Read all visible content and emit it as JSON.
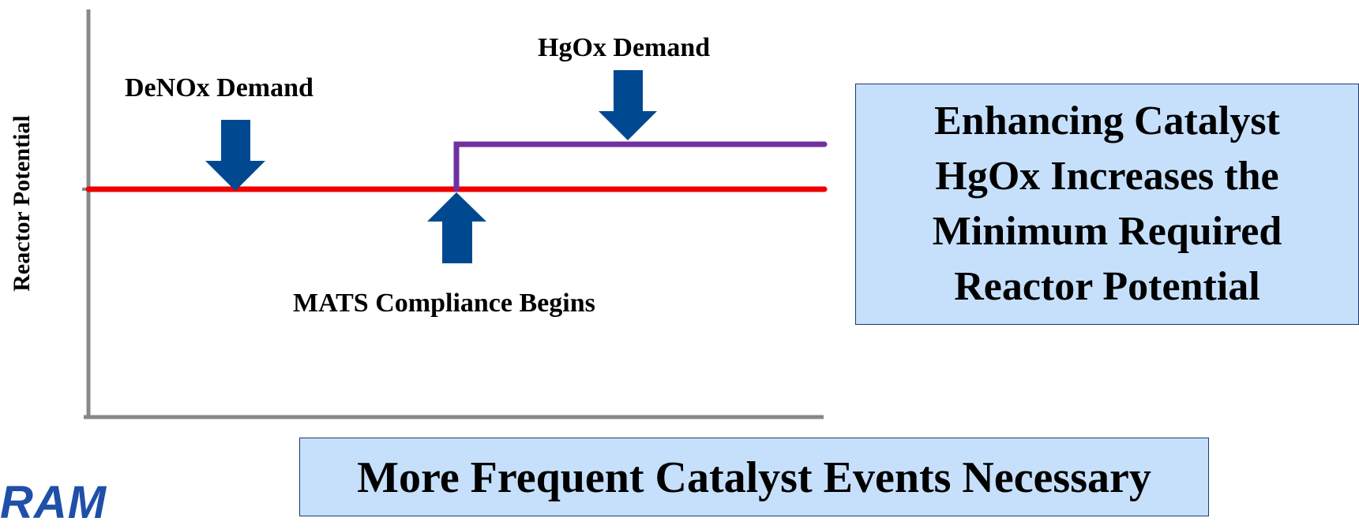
{
  "diagram": {
    "y_axis_label": "Reactor Potential",
    "labels": {
      "denox_demand": "DeNOx Demand",
      "hgox_demand": "HgOx Demand",
      "mats_compliance": "MATS Compliance Begins"
    },
    "callout": [
      "Enhancing Catalyst",
      "HgOx Increases the",
      "Minimum Required",
      "Reactor Potential"
    ],
    "banner": "More Frequent Catalyst Events Necessary",
    "logo_text": "RAM",
    "colors": {
      "axis": "#888888",
      "denox_line": "#ee0000",
      "hgox_line": "#7030a0",
      "arrow": "#004990",
      "box_fill": "#c6e0fb",
      "box_border": "#1f3a66",
      "logo": "#1f4fa8"
    },
    "icons": {
      "denox_arrow": "arrow-down-icon",
      "hgox_arrow": "arrow-down-icon",
      "mats_arrow": "arrow-up-icon"
    }
  }
}
